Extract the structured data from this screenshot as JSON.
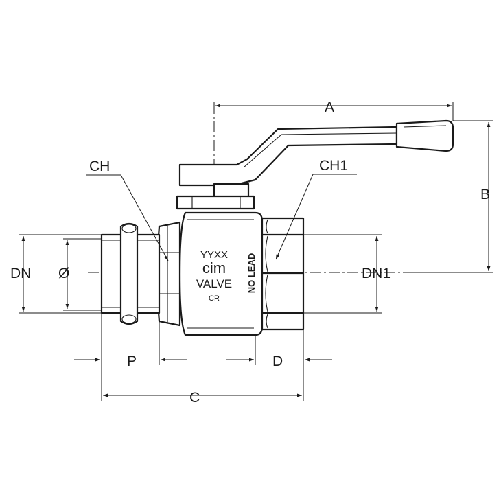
{
  "labels": {
    "A": "A",
    "B": "B",
    "C": "C",
    "CH": "CH",
    "CH1": "CH1",
    "DN": "DN",
    "DN1": "DN1",
    "diameter": "Ø",
    "P": "P",
    "D": "D"
  },
  "body_markings": {
    "date_code": "YYXX",
    "logo": "cim",
    "valve": "VALVE",
    "cr_mark": "CR",
    "no_lead": "NO LEAD"
  }
}
